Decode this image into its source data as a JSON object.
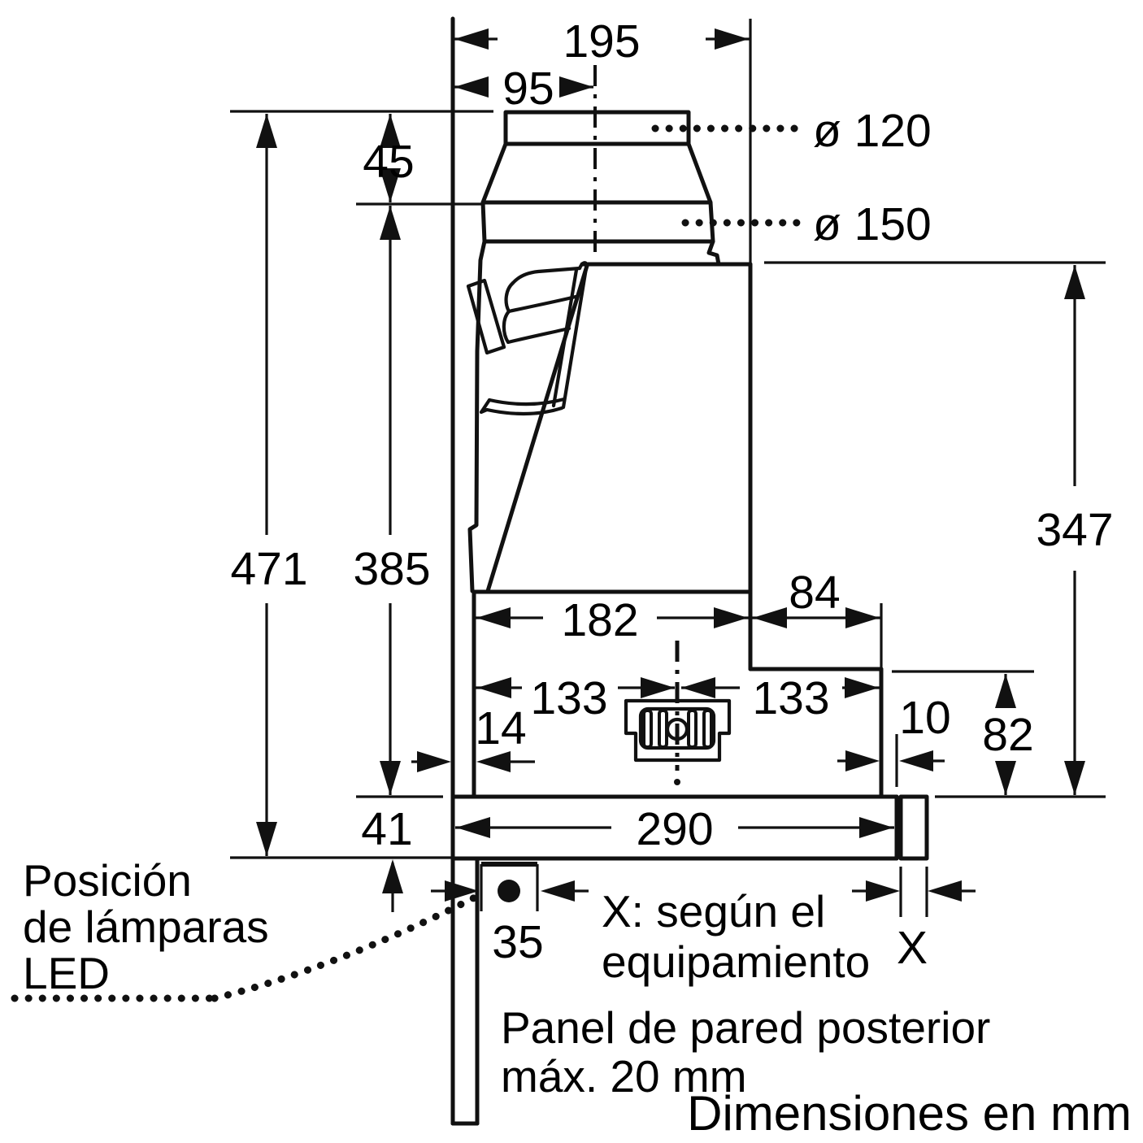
{
  "figure": {
    "type": "appliance installation drawing (telescopic cooker hood, side view)",
    "colors": {
      "line": "#111111",
      "background": "#ffffff"
    },
    "dimensions_mm": {
      "top_width": "195",
      "outlet_center_offset": "95",
      "outlet_collar_height": "45",
      "height_total": "471",
      "height_body": "385",
      "height_front": "347",
      "body_depth": "182",
      "front_overhang": "84",
      "fixing_left": "133",
      "fixing_right": "133",
      "wall_clearance": "14",
      "front_clearance": "10",
      "visor_height": "82",
      "bottom_depth": "290",
      "bottom_plate_height": "41",
      "led_offset": "35",
      "x_spacer": "X"
    },
    "diameters": {
      "outlet_small": "ø 120",
      "outlet_large": "ø 150"
    },
    "notes": {
      "led_line1": "Posición",
      "led_line2": "de lámparas",
      "led_line3": "LED",
      "x_line1": "X: según el",
      "x_line2": "equipamiento",
      "panel_line1": "Panel de pared posterior",
      "panel_line2": "máx. 20 mm",
      "units_note": "Dimensiones en mm"
    }
  }
}
